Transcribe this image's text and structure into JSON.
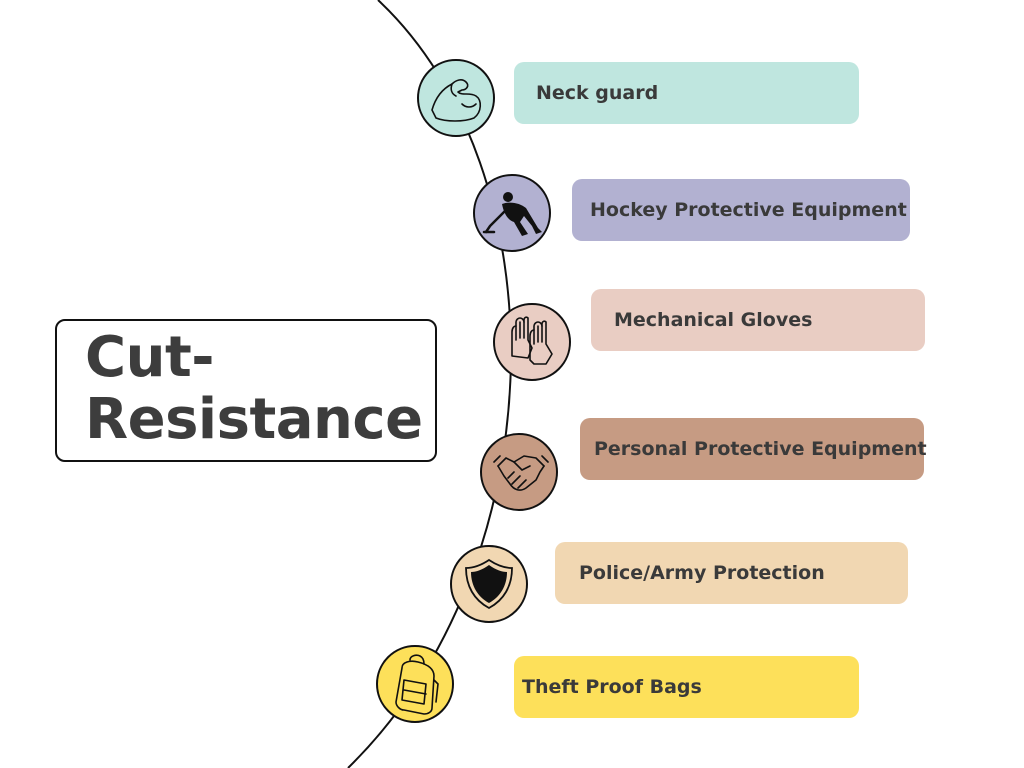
{
  "title": {
    "line1": "Cut-",
    "line2": "Resistance"
  },
  "items": [
    {
      "label": "Neck guard",
      "color": "#bfe6df",
      "circle_color": "#bfe6df",
      "icon": "flexed-arm-icon"
    },
    {
      "label": "Hockey Protective Equipment",
      "color": "#b2b1d1",
      "circle_color": "#b2b1d1",
      "icon": "hockey-player-icon"
    },
    {
      "label": "Mechanical Gloves",
      "color": "#e9cdc3",
      "circle_color": "#e9cdc3",
      "icon": "gloves-icon"
    },
    {
      "label": "Personal Protective Equipment",
      "color": "#c69b83",
      "circle_color": "#c69b83",
      "icon": "handshake-icon"
    },
    {
      "label": "Police/Army Protection",
      "color": "#f1d7b2",
      "circle_color": "#f1d7b2",
      "icon": "shield-icon"
    },
    {
      "label": "Theft Proof Bags",
      "color": "#fde05a",
      "circle_color": "#fde05a",
      "icon": "backpack-icon"
    }
  ]
}
